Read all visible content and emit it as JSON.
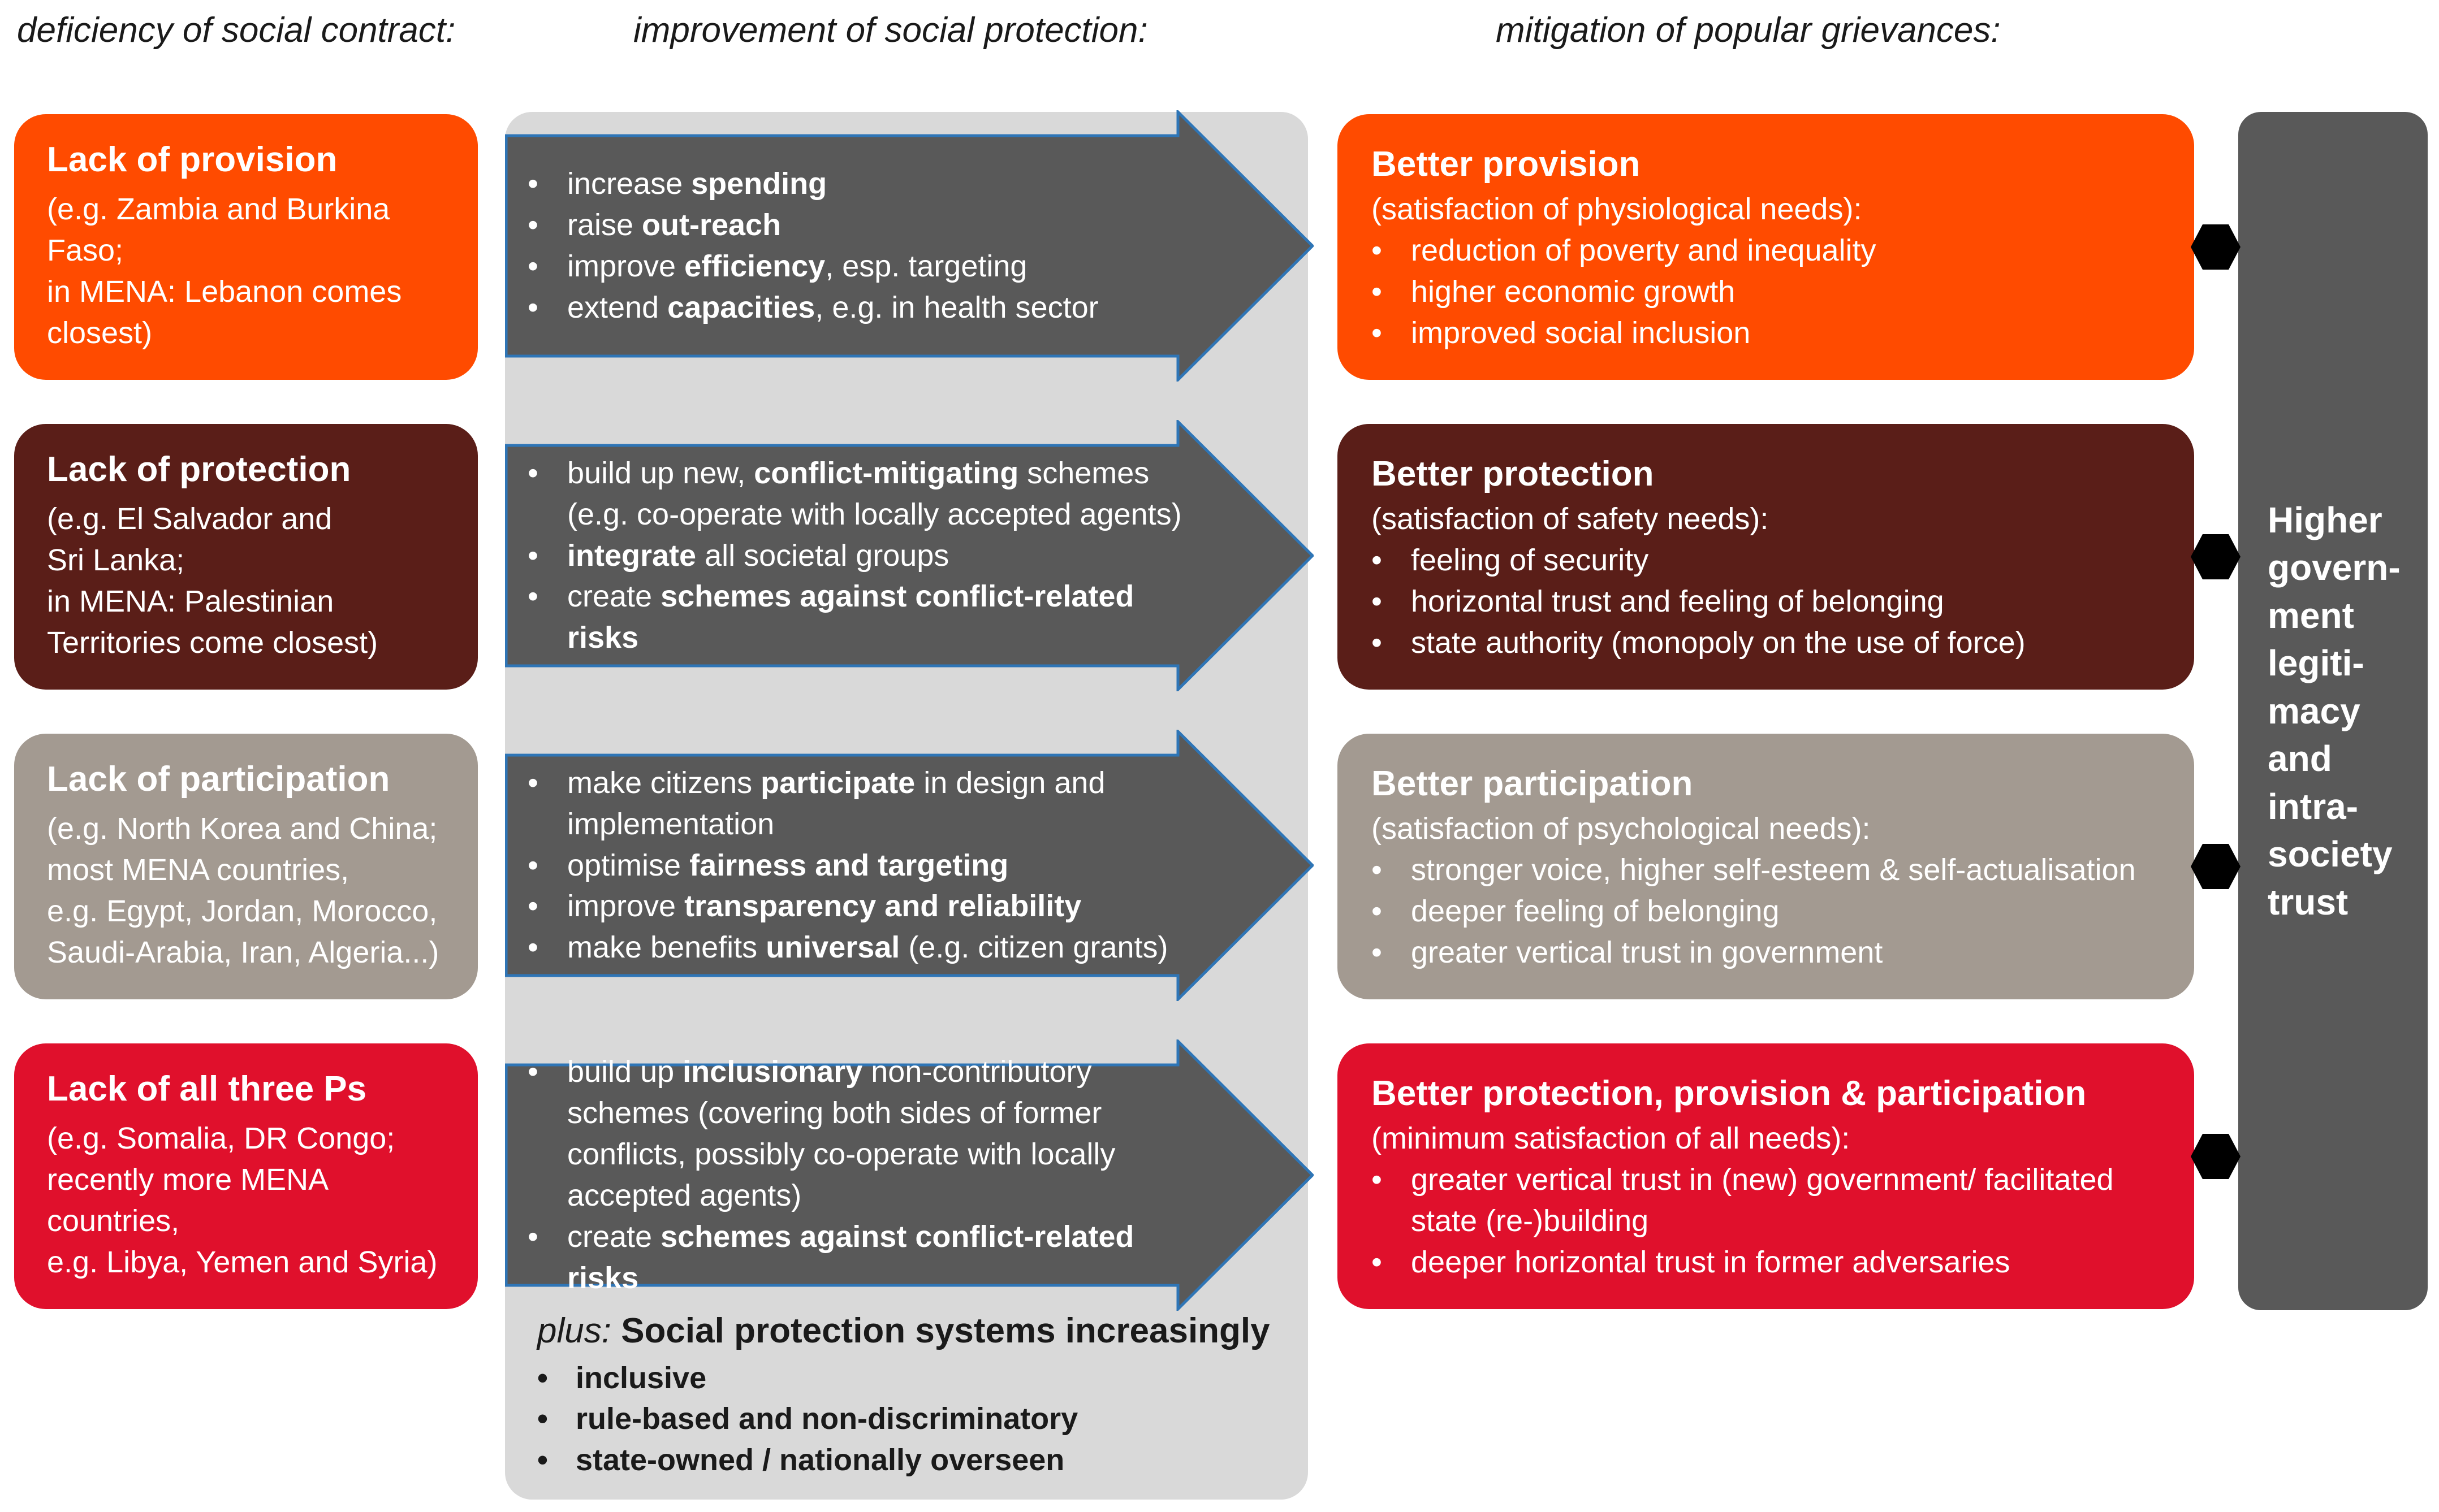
{
  "headers": {
    "left": "deficiency of social contract:",
    "middle": "improvement of social protection:",
    "right": "mitigation of popular grievances:"
  },
  "colors": {
    "orange": "#FF4B00",
    "dark_brown": "#5A1E18",
    "taupe": "#A39A91",
    "red": "#E0102C",
    "arrow_fill": "#595959",
    "arrow_stroke": "#2E75B6",
    "panel": "#D9D9D9",
    "legitimacy_box": "#595959"
  },
  "rows": [
    {
      "left": {
        "title": "Lack of provision",
        "lines": [
          "(e.g. Zambia and Burkina",
          "Faso;",
          "in MENA: Lebanon comes",
          "closest)"
        ]
      },
      "arrow": [
        [
          {
            "t": "increase "
          },
          {
            "t": "spending",
            "b": true
          }
        ],
        [
          {
            "t": "raise "
          },
          {
            "t": "out-reach",
            "b": true
          }
        ],
        [
          {
            "t": "improve "
          },
          {
            "t": "efficiency",
            "b": true
          },
          {
            "t": ", esp. targeting"
          }
        ],
        [
          {
            "t": "extend "
          },
          {
            "t": "capacities",
            "b": true
          },
          {
            "t": ", e.g. in health sector"
          }
        ]
      ],
      "right": {
        "title": "Better provision",
        "subtitle": "(satisfaction of physiological needs):",
        "bullets": [
          "reduction of poverty and inequality",
          "higher economic growth",
          "improved social inclusion"
        ]
      }
    },
    {
      "left": {
        "title": "Lack of protection",
        "lines": [
          "(e.g. El Salvador and",
          "Sri Lanka;",
          "in MENA: Palestinian",
          "Territories come closest)"
        ]
      },
      "arrow": [
        [
          {
            "t": "build up new, "
          },
          {
            "t": "conflict-mitigating",
            "b": true
          },
          {
            "t": " schemes\n(e.g. co-operate with locally accepted agents)"
          }
        ],
        [
          {
            "t": "integrate",
            "b": true
          },
          {
            "t": " all societal groups"
          }
        ],
        [
          {
            "t": "create "
          },
          {
            "t": "schemes against conflict-related risks",
            "b": true
          }
        ]
      ],
      "right": {
        "title": "Better protection",
        "subtitle": "(satisfaction of safety needs):",
        "bullets": [
          "feeling of security",
          "horizontal trust and feeling of belonging",
          "state authority (monopoly on the use of force)"
        ]
      }
    },
    {
      "left": {
        "title": "Lack of participation",
        "lines": [
          "(e.g. North Korea and China;",
          "most MENA countries,",
          "e.g. Egypt, Jordan, Morocco,",
          "Saudi-Arabia, Iran, Algeria...)"
        ]
      },
      "arrow": [
        [
          {
            "t": "make citizens "
          },
          {
            "t": "participate",
            "b": true
          },
          {
            "t": " in design and\nimplementation"
          }
        ],
        [
          {
            "t": "optimise "
          },
          {
            "t": "fairness and targeting",
            "b": true
          }
        ],
        [
          {
            "t": "improve "
          },
          {
            "t": "transparency and reliability",
            "b": true
          }
        ],
        [
          {
            "t": "make benefits "
          },
          {
            "t": "universal",
            "b": true
          },
          {
            "t": " (e.g. citizen grants)"
          }
        ]
      ],
      "right": {
        "title": "Better participation",
        "subtitle": "(satisfaction of psychological needs):",
        "bullets": [
          "stronger voice, higher self-esteem & self-actualisation",
          "deeper feeling of belonging",
          "greater vertical trust in government"
        ]
      }
    },
    {
      "left": {
        "title": "Lack of all three Ps",
        "lines": [
          "(e.g. Somalia, DR Congo;",
          "recently more MENA",
          "countries,",
          "e.g. Libya, Yemen and Syria)"
        ]
      },
      "arrow": [
        [
          {
            "t": "build up "
          },
          {
            "t": "inclusionary",
            "b": true
          },
          {
            "t": " non-contributory\nschemes (covering both sides of former\nconflicts, possibly co-operate with locally\naccepted agents)"
          }
        ],
        [
          {
            "t": "create "
          },
          {
            "t": "schemes against conflict-related risks",
            "b": true
          }
        ]
      ],
      "right": {
        "title": "Better protection, provision & participation",
        "subtitle": "(minimum satisfaction of all needs):",
        "bullets": [
          "greater vertical trust in (new) government/ facilitated\nstate (re-)building",
          "deeper horizontal trust in former adversaries"
        ]
      }
    }
  ],
  "plus": {
    "prefix": "plus:",
    "title": "Social protection systems increasingly",
    "bullets": [
      "inclusive",
      "rule-based and non-discriminatory",
      "state-owned / nationally overseen"
    ]
  },
  "legitimacy": {
    "lines": [
      "Higher",
      "govern-",
      "ment",
      "legiti-",
      "macy",
      "and",
      "intra-",
      "society",
      "trust"
    ]
  }
}
